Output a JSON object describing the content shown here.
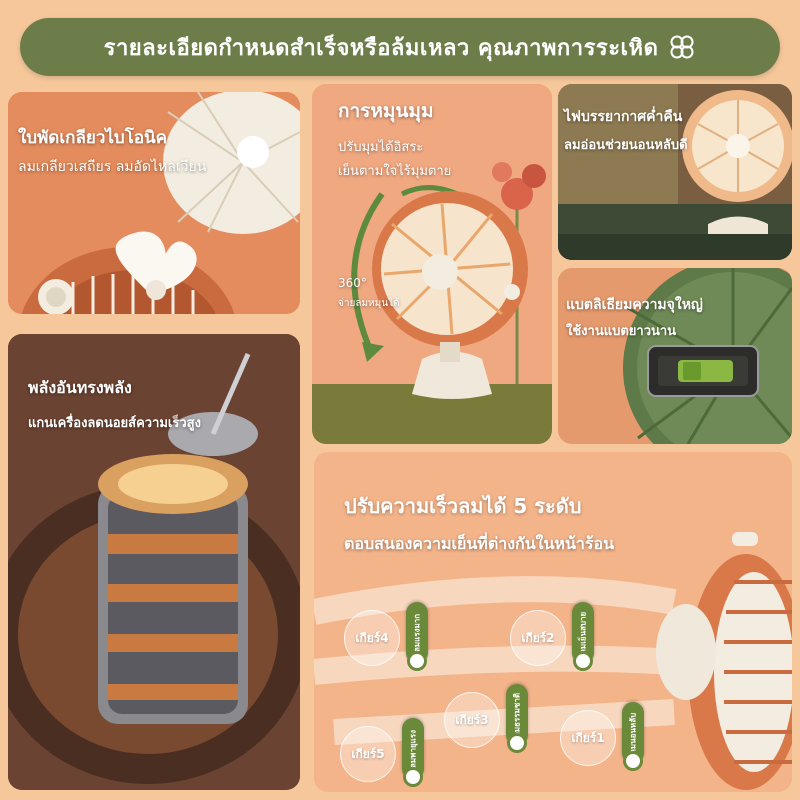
{
  "banner": {
    "title": "รายละเอียดกำหนดสำเร็จหรือล้มเหลว คุณภาพการระเหิด",
    "icon": "clover-icon",
    "bg_color": "#6d7d4a"
  },
  "panels": {
    "blade": {
      "title": "ใบพัดเกลียวไบโอนิค",
      "subtitle": "ลมเกลียวเสถียร ลมอัดไหลเวียน"
    },
    "rotate": {
      "title": "การหมุนมุม",
      "subtitle_1": "ปรับมุมได้อิสระ",
      "subtitle_2": "เย็นตามใจไร้มุมตาย",
      "degree": "360°",
      "degree_caption": "จ่ายลมหมุนได้"
    },
    "light": {
      "title": "ไฟบรรยากาศค่ำคืน",
      "subtitle": "ลมอ่อนช่วยนอนหลับดี"
    },
    "battery": {
      "title": "แบตลิเธียมความจุใหญ่",
      "subtitle": "ใช้งานแบตยาวนาน"
    },
    "motor": {
      "title": "พลังอันทรงพลัง",
      "subtitle": "แกนเครื่องลดนอยส์ความเร็วสูง"
    },
    "speed": {
      "title": "ปรับความเร็วลมได้ 5 ระดับ",
      "subtitle": "ตอบสนองความเย็นที่ต่างกันในหน้าร้อน",
      "gears": [
        {
          "label": "เกียร์4",
          "badge": "ลมแรงมาก"
        },
        {
          "label": "เกียร์2",
          "badge": "ลมเย็นสบาย"
        },
        {
          "label": "เกียร์3",
          "badge": "ลมธรรมชาติ"
        },
        {
          "label": "เกียร์1",
          "badge": "ลมนอนหลับ"
        },
        {
          "label": "เกียร์5",
          "badge": "ลมพายุแรง"
        }
      ]
    }
  },
  "colors": {
    "background": "#f6c79a",
    "badge_green": "#6a8a3a",
    "fan_orange": "#d9794a",
    "fan_cream": "#f3ece0",
    "fan_green": "#5e7a48"
  }
}
